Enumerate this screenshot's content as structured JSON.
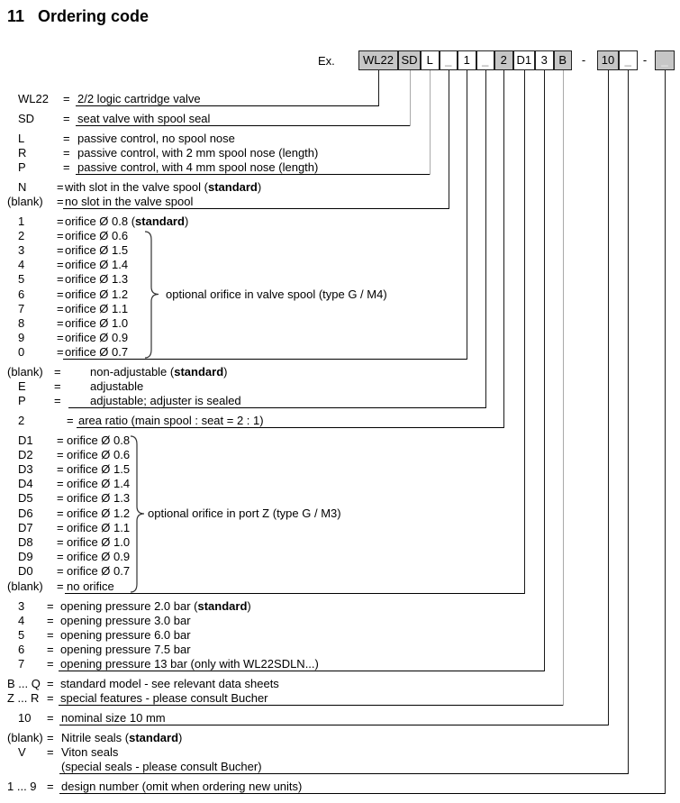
{
  "heading": {
    "number": "11",
    "title": "Ordering code"
  },
  "example": {
    "label": "Ex.",
    "equals": "=",
    "separators": [
      "-",
      "-"
    ],
    "boxes": [
      {
        "text": "WL22",
        "shaded": true,
        "placeholder": false
      },
      {
        "text": "SD",
        "shaded": true,
        "placeholder": false
      },
      {
        "text": "L",
        "shaded": false,
        "placeholder": false
      },
      {
        "text": "_",
        "shaded": false,
        "placeholder": true
      },
      {
        "text": "1",
        "shaded": false,
        "placeholder": false
      },
      {
        "text": "_",
        "shaded": false,
        "placeholder": true
      },
      {
        "text": "2",
        "shaded": true,
        "placeholder": false
      },
      {
        "text": "D1",
        "shaded": false,
        "placeholder": false
      },
      {
        "text": "3",
        "shaded": false,
        "placeholder": false
      },
      {
        "text": "B",
        "shaded": true,
        "placeholder": false
      },
      {
        "text": "10",
        "shaded": true,
        "placeholder": false
      },
      {
        "text": "_",
        "shaded": false,
        "placeholder": true
      },
      {
        "text": "_",
        "shaded": true,
        "placeholder": true
      }
    ]
  },
  "colors": {
    "shaded_box": "#c6c6c6",
    "line": "#1a1a1a",
    "line_gray": "#a9a9a9"
  },
  "groups": [
    {
      "rows": [
        {
          "c": "WL22",
          "d": "2/2 logic cartridge valve"
        }
      ]
    },
    {
      "rows": [
        {
          "c": "SD",
          "d": "seat valve with spool seal"
        }
      ]
    },
    {
      "rows": [
        {
          "c": "L",
          "d": "passive control, no spool nose"
        },
        {
          "c": "R",
          "d": "passive control, with 2 mm spool nose (length)"
        },
        {
          "c": "P",
          "d": "passive control, with 4 mm spool nose (length)"
        }
      ]
    },
    {
      "rows": [
        {
          "c": "N",
          "d": "with slot in the valve spool (standard)",
          "b": true
        },
        {
          "c": "(blank)",
          "d": "no slot in the valve spool"
        }
      ]
    },
    {
      "rows": [
        {
          "c": "1",
          "d": "orifice Ø 0.8 (standard)",
          "b": true
        },
        {
          "c": "2",
          "d": "orifice Ø 0.6"
        },
        {
          "c": "3",
          "d": "orifice Ø 1.5"
        },
        {
          "c": "4",
          "d": "orifice Ø 1.4"
        },
        {
          "c": "5",
          "d": "orifice Ø 1.3"
        },
        {
          "c": "6",
          "d": "orifice Ø 1.2"
        },
        {
          "c": "7",
          "d": "orifice Ø 1.1"
        },
        {
          "c": "8",
          "d": "orifice Ø 1.0"
        },
        {
          "c": "9",
          "d": "orifice Ø 0.9"
        },
        {
          "c": "0",
          "d": "orifice Ø 0.7"
        }
      ],
      "brace": "optional orifice in valve spool (type G / M4)"
    },
    {
      "rows": [
        {
          "c": "(blank)",
          "d": "non-adjustable (standard)",
          "b": true
        },
        {
          "c": "E",
          "d": "adjustable"
        },
        {
          "c": "P",
          "d": "adjustable; adjuster is sealed"
        }
      ]
    },
    {
      "rows": [
        {
          "c": "2",
          "d": "area ratio (main spool : seat = 2 : 1)"
        }
      ]
    },
    {
      "rows": [
        {
          "c": "D1",
          "d": "orifice Ø 0.8"
        },
        {
          "c": "D2",
          "d": "orifice Ø 0.6"
        },
        {
          "c": "D3",
          "d": "orifice Ø 1.5"
        },
        {
          "c": "D4",
          "d": "orifice Ø 1.4"
        },
        {
          "c": "D5",
          "d": "orifice Ø 1.3"
        },
        {
          "c": "D6",
          "d": "orifice Ø 1.2"
        },
        {
          "c": "D7",
          "d": "orifice Ø 1.1"
        },
        {
          "c": "D8",
          "d": "orifice Ø 1.0"
        },
        {
          "c": "D9",
          "d": "orifice Ø 0.9"
        },
        {
          "c": "D0",
          "d": "orifice Ø 0.7"
        },
        {
          "c": "(blank)",
          "d": "no orifice"
        }
      ],
      "brace": "optional orifice in port Z (type G / M3)"
    },
    {
      "rows": [
        {
          "c": "3",
          "d": "opening pressure 2.0 bar (standard)",
          "b": true
        },
        {
          "c": "4",
          "d": "opening pressure 3.0 bar"
        },
        {
          "c": "5",
          "d": "opening pressure 6.0 bar"
        },
        {
          "c": "6",
          "d": "opening pressure 7.5 bar"
        },
        {
          "c": "7",
          "d": "opening pressure 13 bar (only with WL22SDLN...)"
        }
      ]
    },
    {
      "rows": [
        {
          "c": "B ... Q",
          "d": "standard model - see relevant data sheets"
        },
        {
          "c": "Z ... R",
          "d": "special features - please consult Bucher"
        }
      ]
    },
    {
      "rows": [
        {
          "c": "10",
          "d": "nominal size 10 mm"
        }
      ]
    },
    {
      "rows": [
        {
          "c": "(blank)",
          "d": "Nitrile seals (standard)",
          "b": true
        },
        {
          "c": "V",
          "d": "Viton seals"
        },
        {
          "c": "",
          "d": "(special seals - please consult Bucher)"
        }
      ]
    },
    {
      "rows": [
        {
          "c": "1 ... 9",
          "d": "design number (omit when ordering new units)"
        }
      ]
    }
  ]
}
